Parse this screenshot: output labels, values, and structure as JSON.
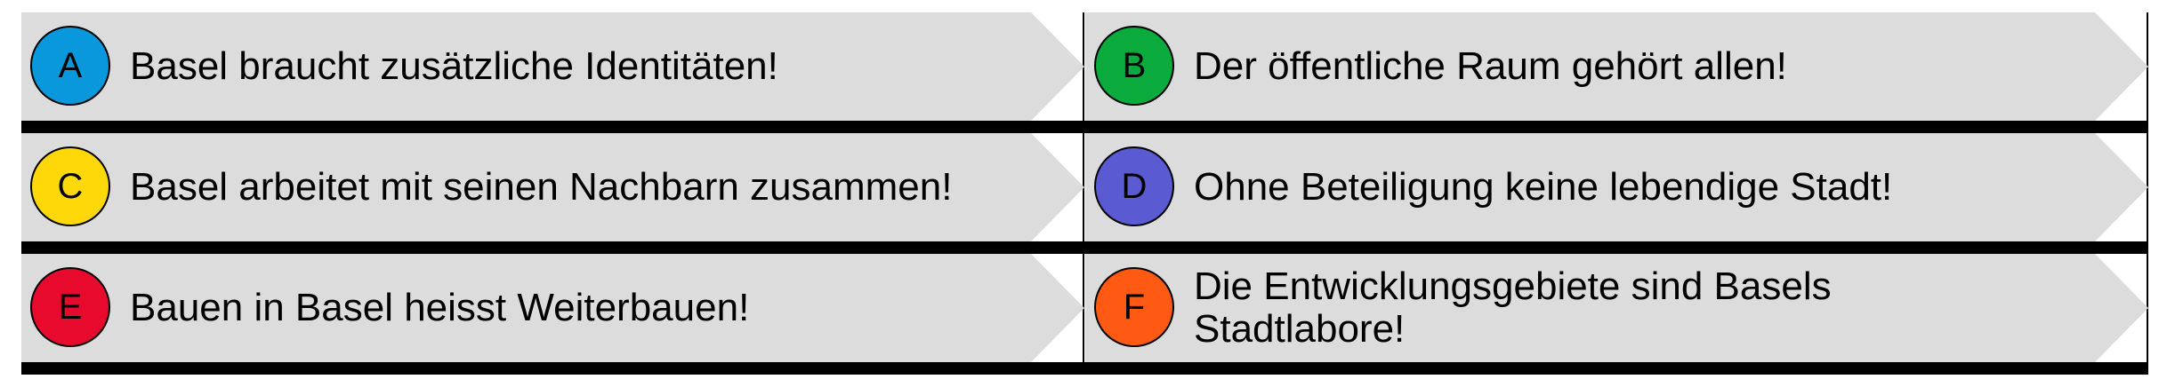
{
  "items": [
    {
      "letter": "A",
      "text": "Basel braucht zusätzliche Identitäten!",
      "color": "#0a98dd"
    },
    {
      "letter": "B",
      "text": "Der öffentliche Raum gehört allen!",
      "color": "#0aaa3c"
    },
    {
      "letter": "C",
      "text": "Basel arbeitet mit seinen Nachbarn zusammen!",
      "color": "#ffd80a"
    },
    {
      "letter": "D",
      "text": "Ohne Beteiligung keine lebendige Stadt!",
      "color": "#5a5ad2"
    },
    {
      "letter": "E",
      "text": "Bauen in Basel heisst Weiterbauen!",
      "color": "#e80a2c"
    },
    {
      "letter": "F",
      "text": "Die Entwicklungsgebiete sind Basels Stadtlabore!",
      "color": "#ff5a14"
    }
  ]
}
